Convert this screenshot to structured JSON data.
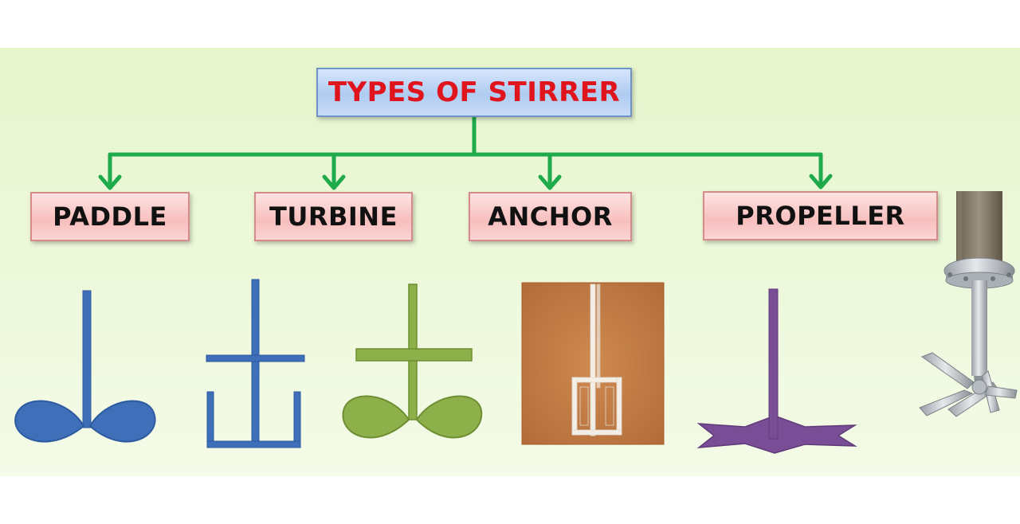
{
  "diagram": {
    "title": "TYPES OF STIRRER",
    "categories": [
      {
        "id": "paddle",
        "label": "PADDLE"
      },
      {
        "id": "turbine",
        "label": "TURBINE"
      },
      {
        "id": "anchor",
        "label": "ANCHOR"
      },
      {
        "id": "propeller",
        "label": "PROPELLER"
      }
    ]
  },
  "colors": {
    "background_top": "#e8f6cf",
    "background_bottom": "#f3fbe6",
    "title_text": "#e0141c",
    "connector": "#1faa4b",
    "paddle_blue": "#3f6fb8",
    "turbine_green": "#8db04a",
    "propeller_purple": "#7a4e96",
    "anchor_photo": "#c07a45"
  },
  "icons": [
    "paddle-stirrer-icon",
    "turbine-stirrer-icon",
    "green-turbine-stirrer-icon",
    "anchor-stirrer-photo",
    "propeller-stirrer-icon",
    "propeller-stirrer-photo"
  ]
}
